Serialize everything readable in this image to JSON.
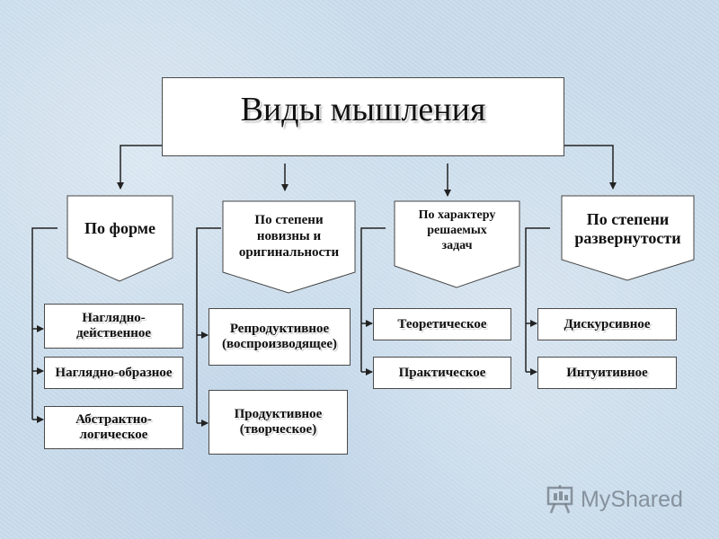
{
  "title": "Виды мышления",
  "categories": [
    {
      "label": "По форме",
      "items": [
        "Наглядно-\nдейственное",
        "Наглядно-образное",
        "Абстрактно-\nлогическое"
      ]
    },
    {
      "label": "По степени\nновизны и\nоригинальности",
      "items": [
        "Репродуктивное\n(воспроизводящее)",
        "Продуктивное\n(творческое)"
      ]
    },
    {
      "label": "По характеру\nрешаемых\nзадач",
      "items": [
        "Теоретическое",
        "Практическое"
      ]
    },
    {
      "label": "По степени\nразвернутости",
      "items": [
        "Дискурсивное",
        "Интуитивное"
      ]
    }
  ],
  "watermark": {
    "text": "MyShared",
    "icon": "presentation-board-icon"
  },
  "colors": {
    "background": "#c9dcec",
    "box_fill": "#ffffff",
    "line": "#222222"
  }
}
